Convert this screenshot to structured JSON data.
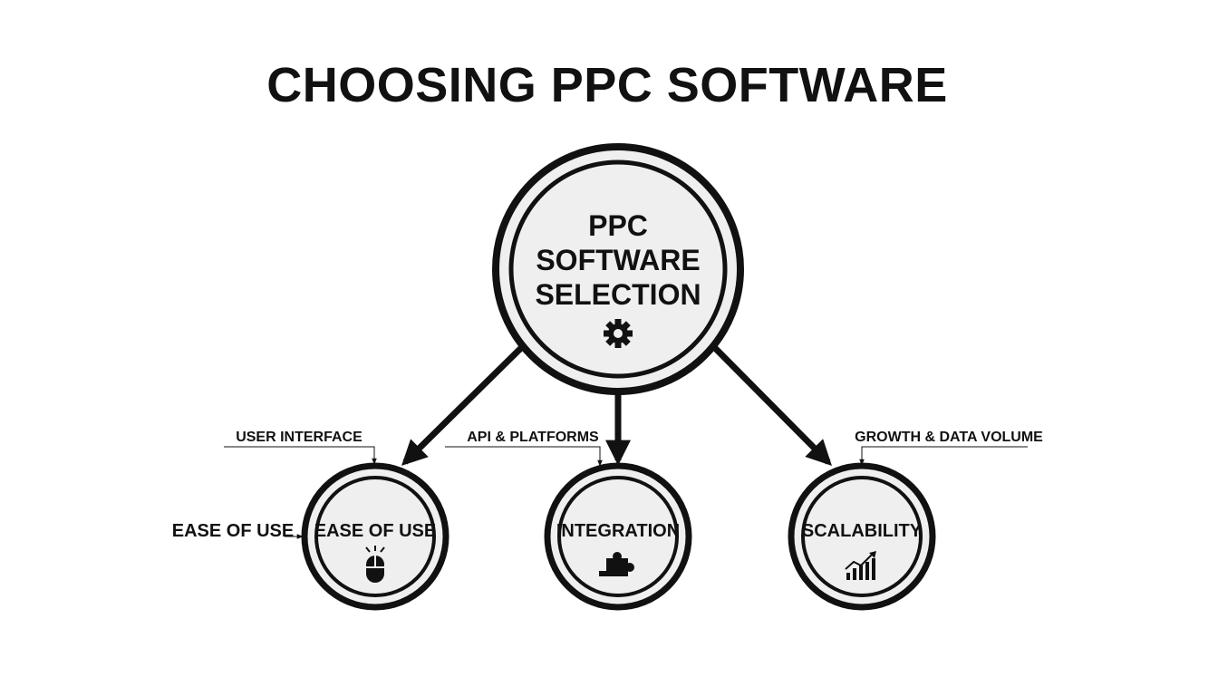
{
  "title": "CHOOSING PPC SOFTWARE",
  "center": {
    "lines": [
      "PPC",
      "SOFTWARE",
      "SELECTION"
    ],
    "icon": "gear-icon"
  },
  "nodes": [
    {
      "label": "EASE OF USE",
      "icon": "mouse-icon"
    },
    {
      "label": "INTEGRATION",
      "icon": "puzzle-icon"
    },
    {
      "label": "SCALABILITY",
      "icon": "bar-chart-icon"
    }
  ],
  "annotations": {
    "user_interface": "USER INTERFACE",
    "ease_of_use": "EASE OF USE",
    "api_platforms": "API & PLATFORMS",
    "growth_data_volume": "GROWTH & DATA VOLUME"
  },
  "colors": {
    "ink": "#111111",
    "fill": "#efefef",
    "background": "#ffffff"
  }
}
